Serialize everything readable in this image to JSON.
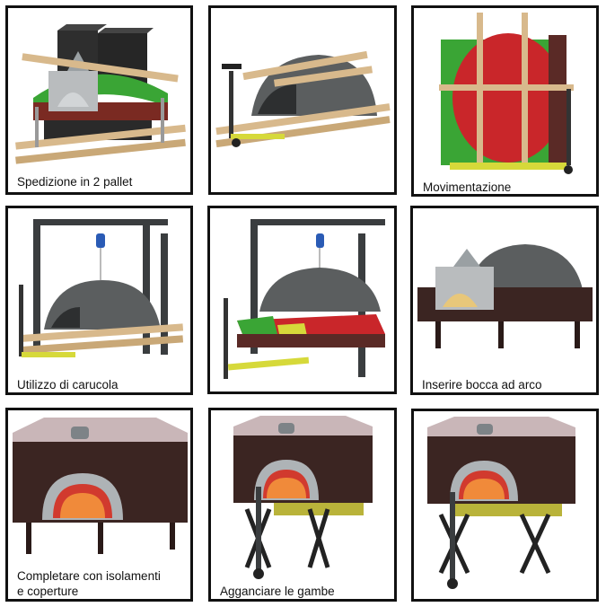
{
  "steps": [
    {
      "caption": "Spedizione in 2 pallet"
    },
    {
      "caption": ""
    },
    {
      "caption": "Movimentazione"
    },
    {
      "caption": "Utilizzo di carucola"
    },
    {
      "caption": ""
    },
    {
      "caption": "Inserire bocca ad arco"
    },
    {
      "caption": "Completare con isolamenti\ne coperture"
    },
    {
      "caption": "Agganciare le gambe"
    },
    {
      "caption": ""
    }
  ],
  "colors": {
    "wood": "#d8b98c",
    "dome": "#5b5e5f",
    "frame": "#3a3d3f",
    "red": "#c9262a",
    "green": "#3aa535",
    "yellow": "#d6d93a",
    "brown": "#3b2522",
    "pink": "#c9b6b8"
  }
}
